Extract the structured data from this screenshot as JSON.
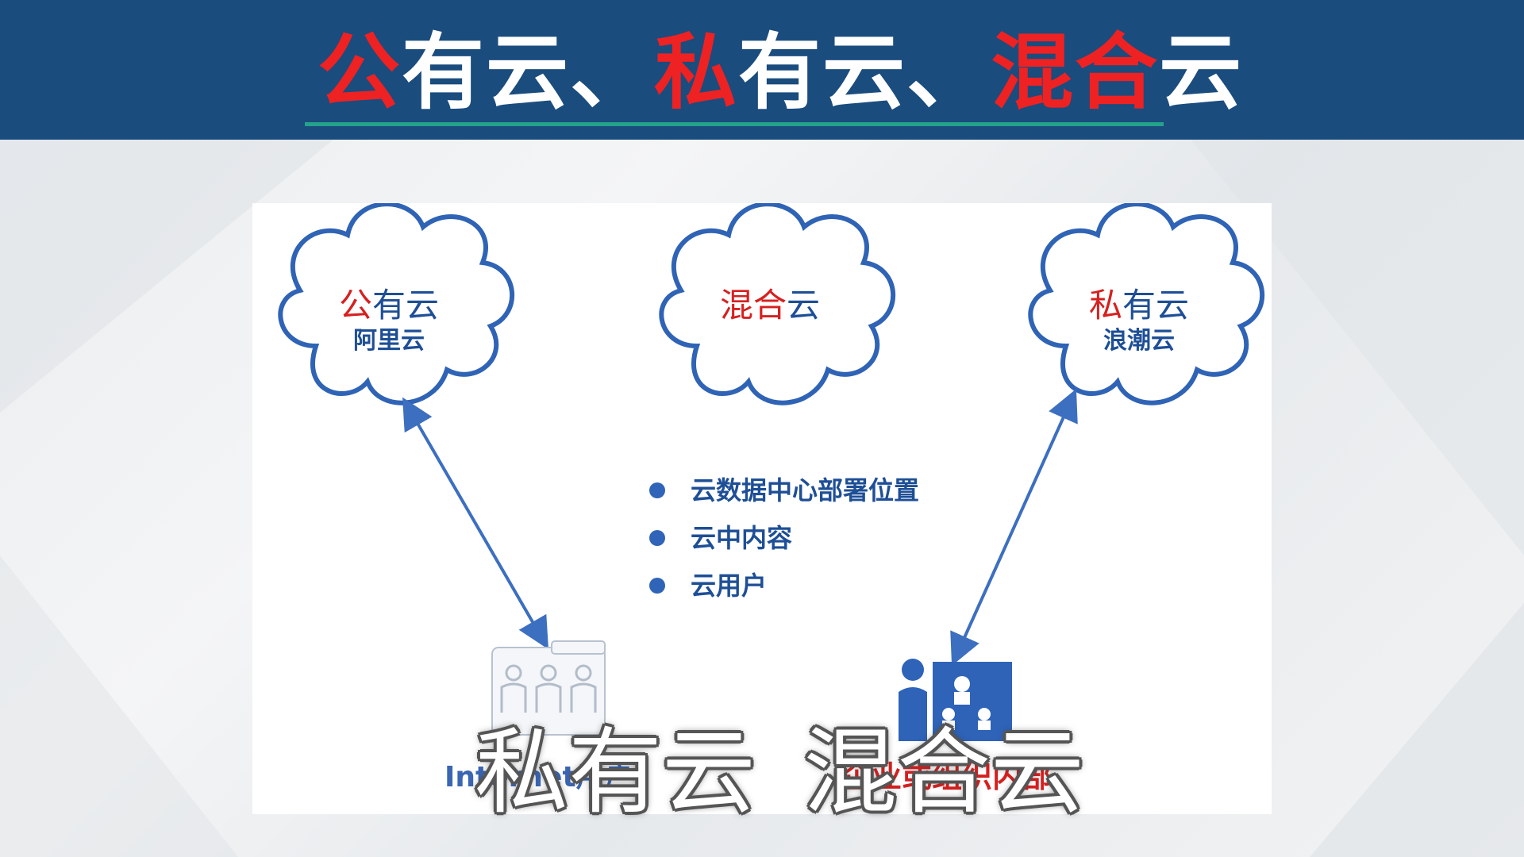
{
  "title": {
    "part1_red": "公",
    "part1": "有云、",
    "part2_red": "私",
    "part2": "有云、",
    "part3_red": "混合",
    "part3": "云"
  },
  "clouds": [
    {
      "main_red": "公",
      "main": "有云",
      "sub": "阿里云"
    },
    {
      "main_red": "混合",
      "main": "云",
      "sub": ""
    },
    {
      "main_red": "私",
      "main": "有云",
      "sub": "浪潮云"
    }
  ],
  "bullets": [
    "云数据中心部署位置",
    "云中内容",
    "云用户"
  ],
  "labels": {
    "internet_users": "Internet用户",
    "enterprise": "企业或组织内部"
  },
  "subtitles": {
    "left": "私有云",
    "right": "混合云"
  },
  "colors": {
    "header_bg": "#1a4c7e",
    "accent_red": "#ee2222",
    "diagram_blue": "#1e4f96",
    "arrow_blue": "#3d6fc0",
    "rule_teal": "#24a28a"
  }
}
